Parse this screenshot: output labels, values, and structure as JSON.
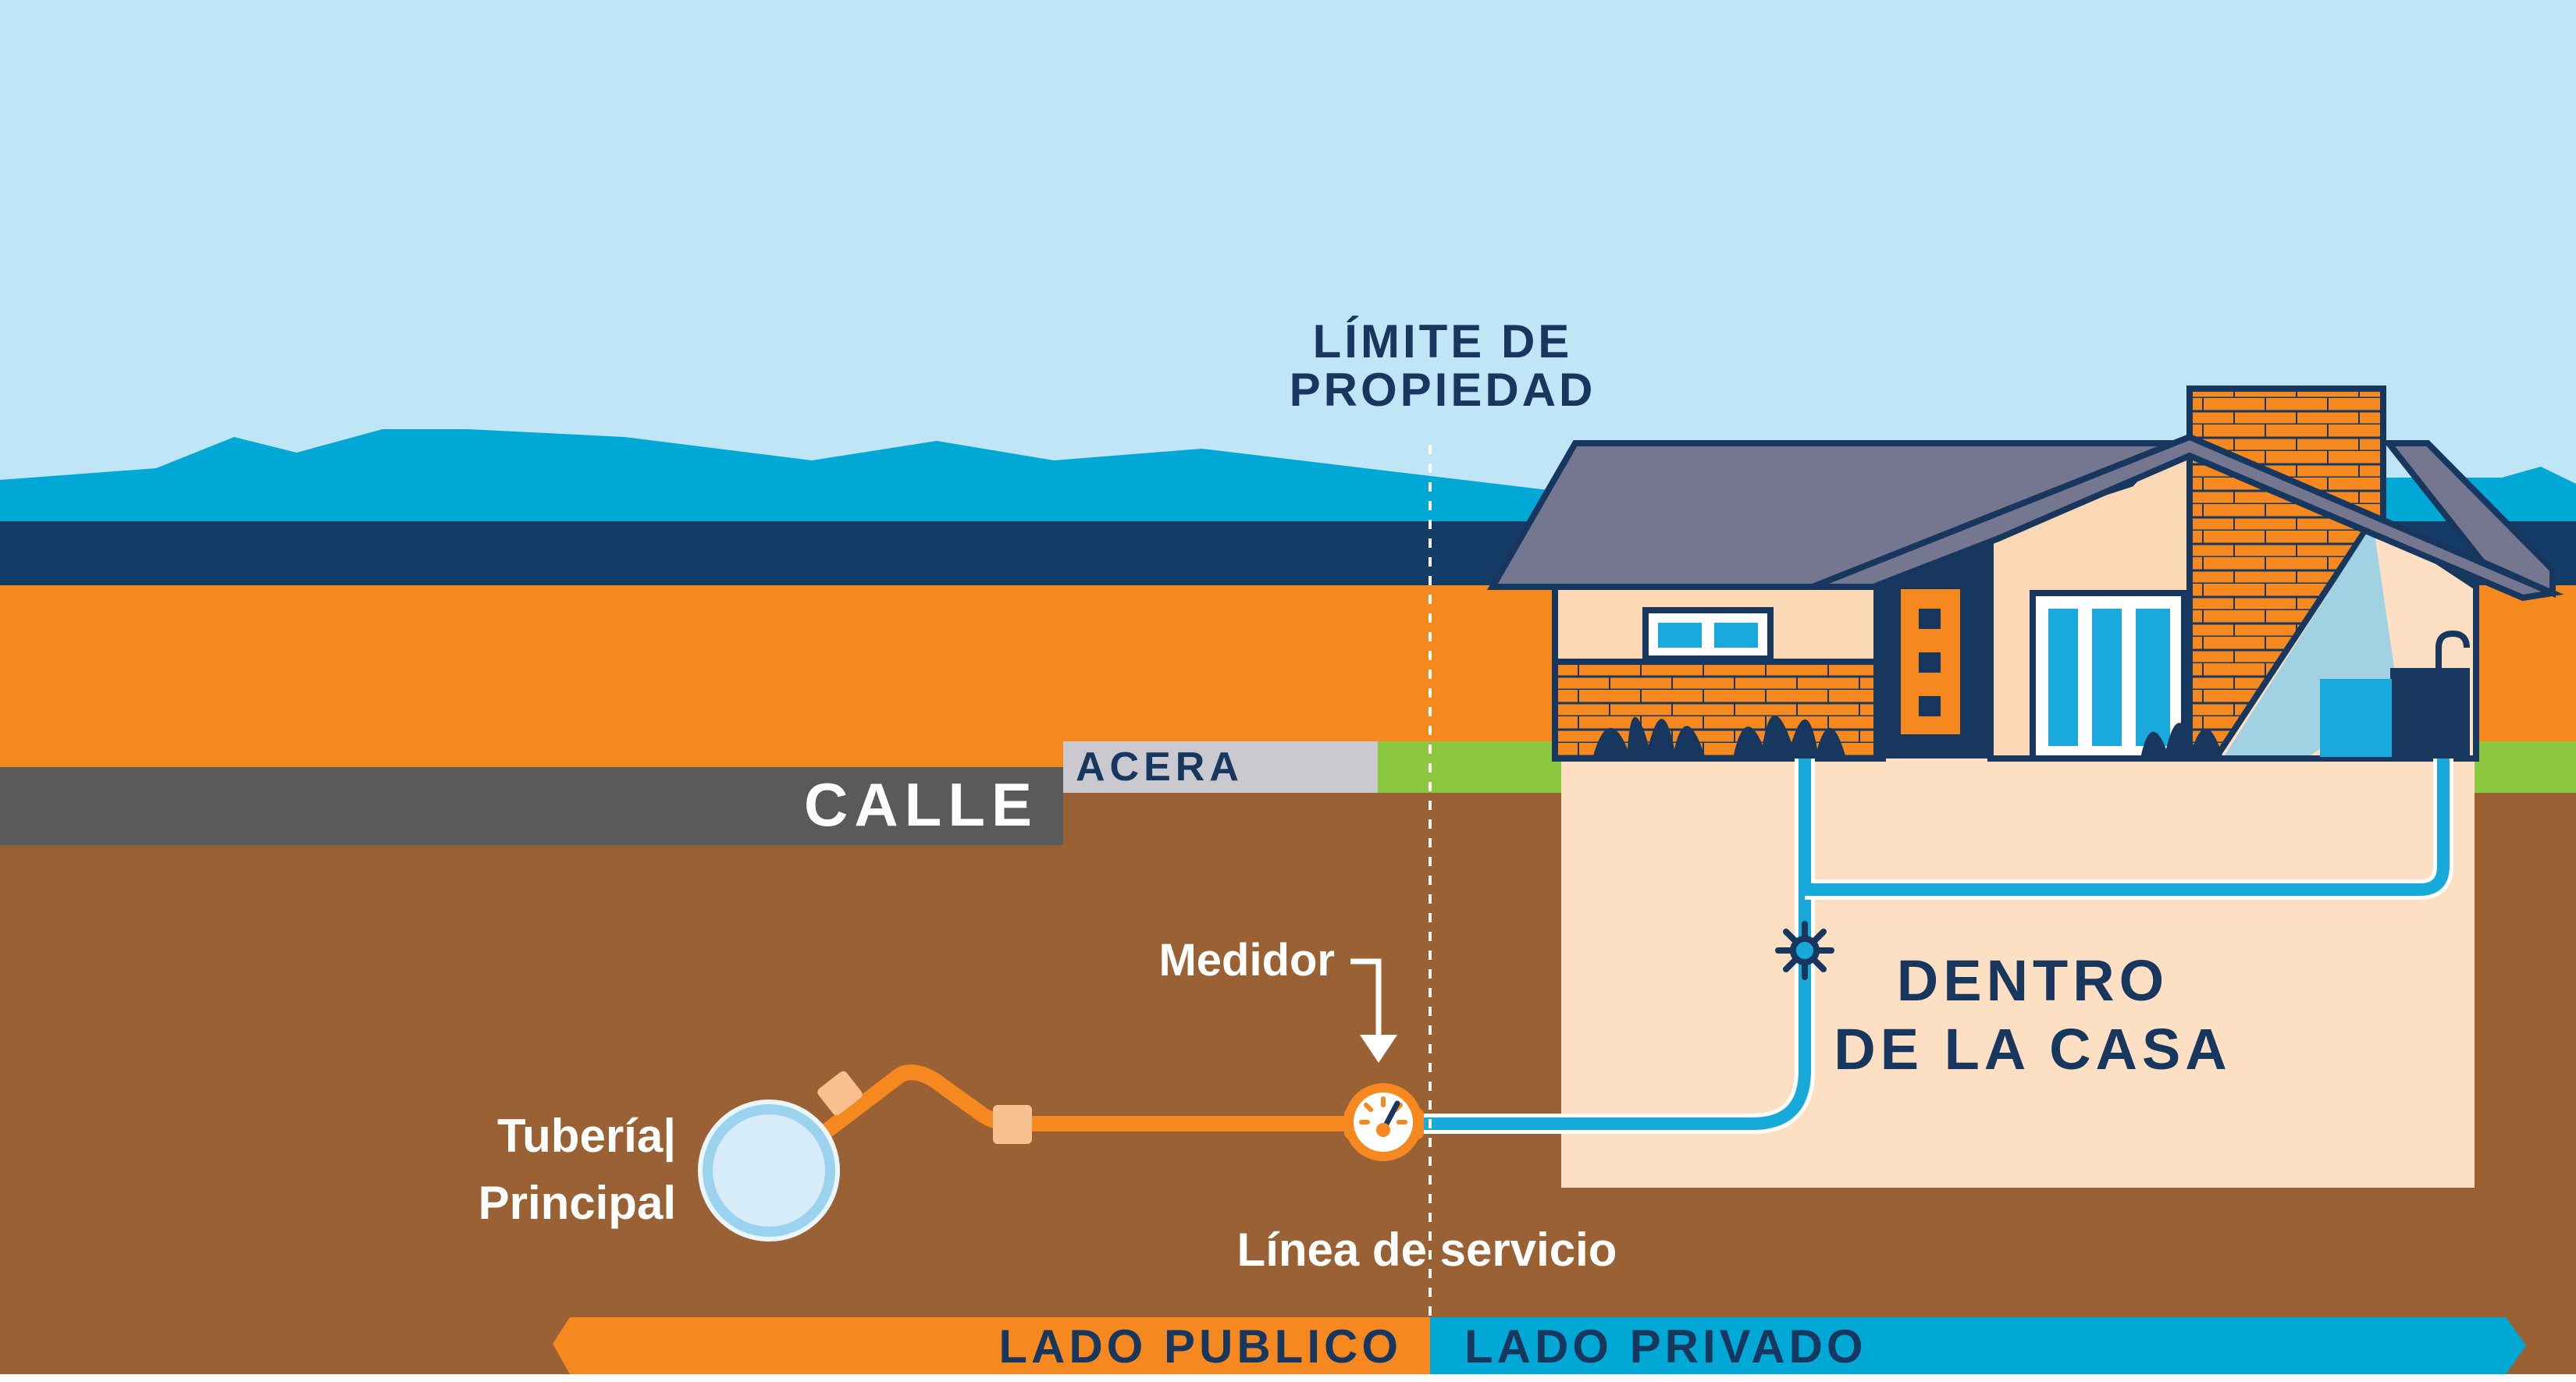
{
  "labels": {
    "property_limit_line1": "LÍMITE DE",
    "property_limit_line2": "PROPIEDAD",
    "street": "CALLE",
    "sidewalk": "ACERA",
    "meter": "Medidor",
    "main_pipe_line1": "Tubería|",
    "main_pipe_line2": "Principal",
    "service_line": "Línea de servicio",
    "inside_house_line1": "DENTRO",
    "inside_house_line2": "DE LA CASA",
    "public_side": "LADO PUBLICO",
    "private_side": "LADO PRIVADO"
  },
  "colors": {
    "sky": "#bfe5f7",
    "mountains": "#00a8d6",
    "horizon_band": "#153c66",
    "orange": "#f5891f",
    "soil": "#9a6234",
    "street": "#5a5a5a",
    "sidewalk": "#c9c9cf",
    "grass": "#8dc63f",
    "navy": "#17375e",
    "roof": "#74778f",
    "wall": "#fbd8b5",
    "interior": "#fde0c4",
    "service_pipe": "#16a9da",
    "window": "#1aa9dc",
    "white": "#ffffff"
  }
}
